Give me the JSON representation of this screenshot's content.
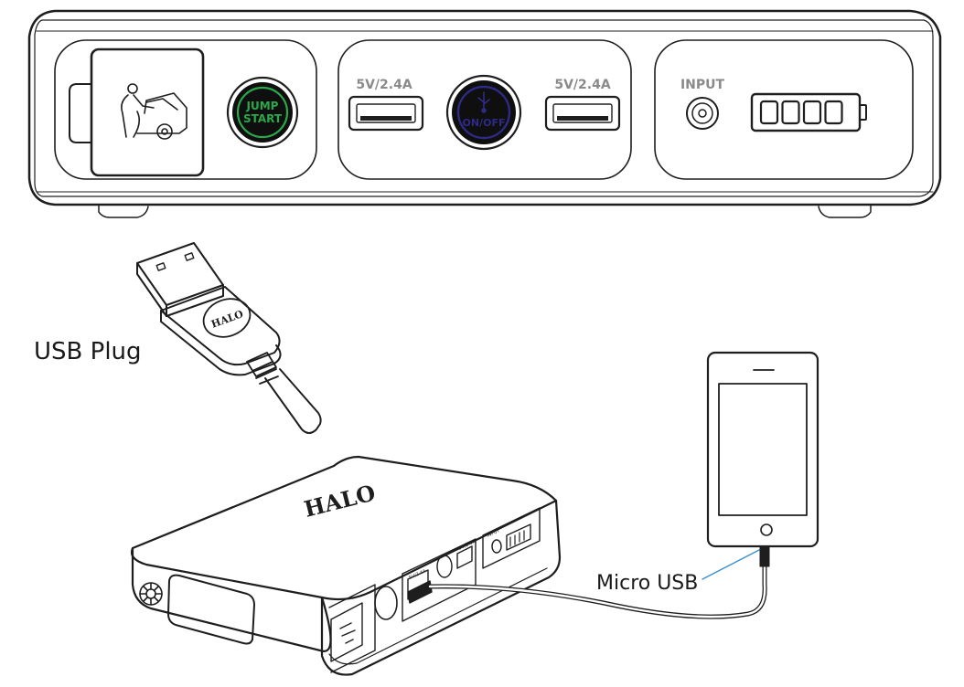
{
  "front_panel": {
    "jump_button": {
      "line1": "JUMP",
      "line2": "START",
      "color": "#2aa84a"
    },
    "power_button": {
      "label": "ON/OFF",
      "color": "#2e2a86"
    },
    "usb_port_left_label": "5V/2.4A",
    "usb_port_right_label": "5V/2.4A",
    "input_label": "INPUT",
    "battery_indicator_segments": 4
  },
  "usb_plug": {
    "caption": "USB Plug",
    "logo": "HALO"
  },
  "device": {
    "brand": "HALO"
  },
  "phone_connection": {
    "caption": "Micro USB",
    "leader_color": "#3a8fd0"
  },
  "line_color": "#1e1e1e"
}
